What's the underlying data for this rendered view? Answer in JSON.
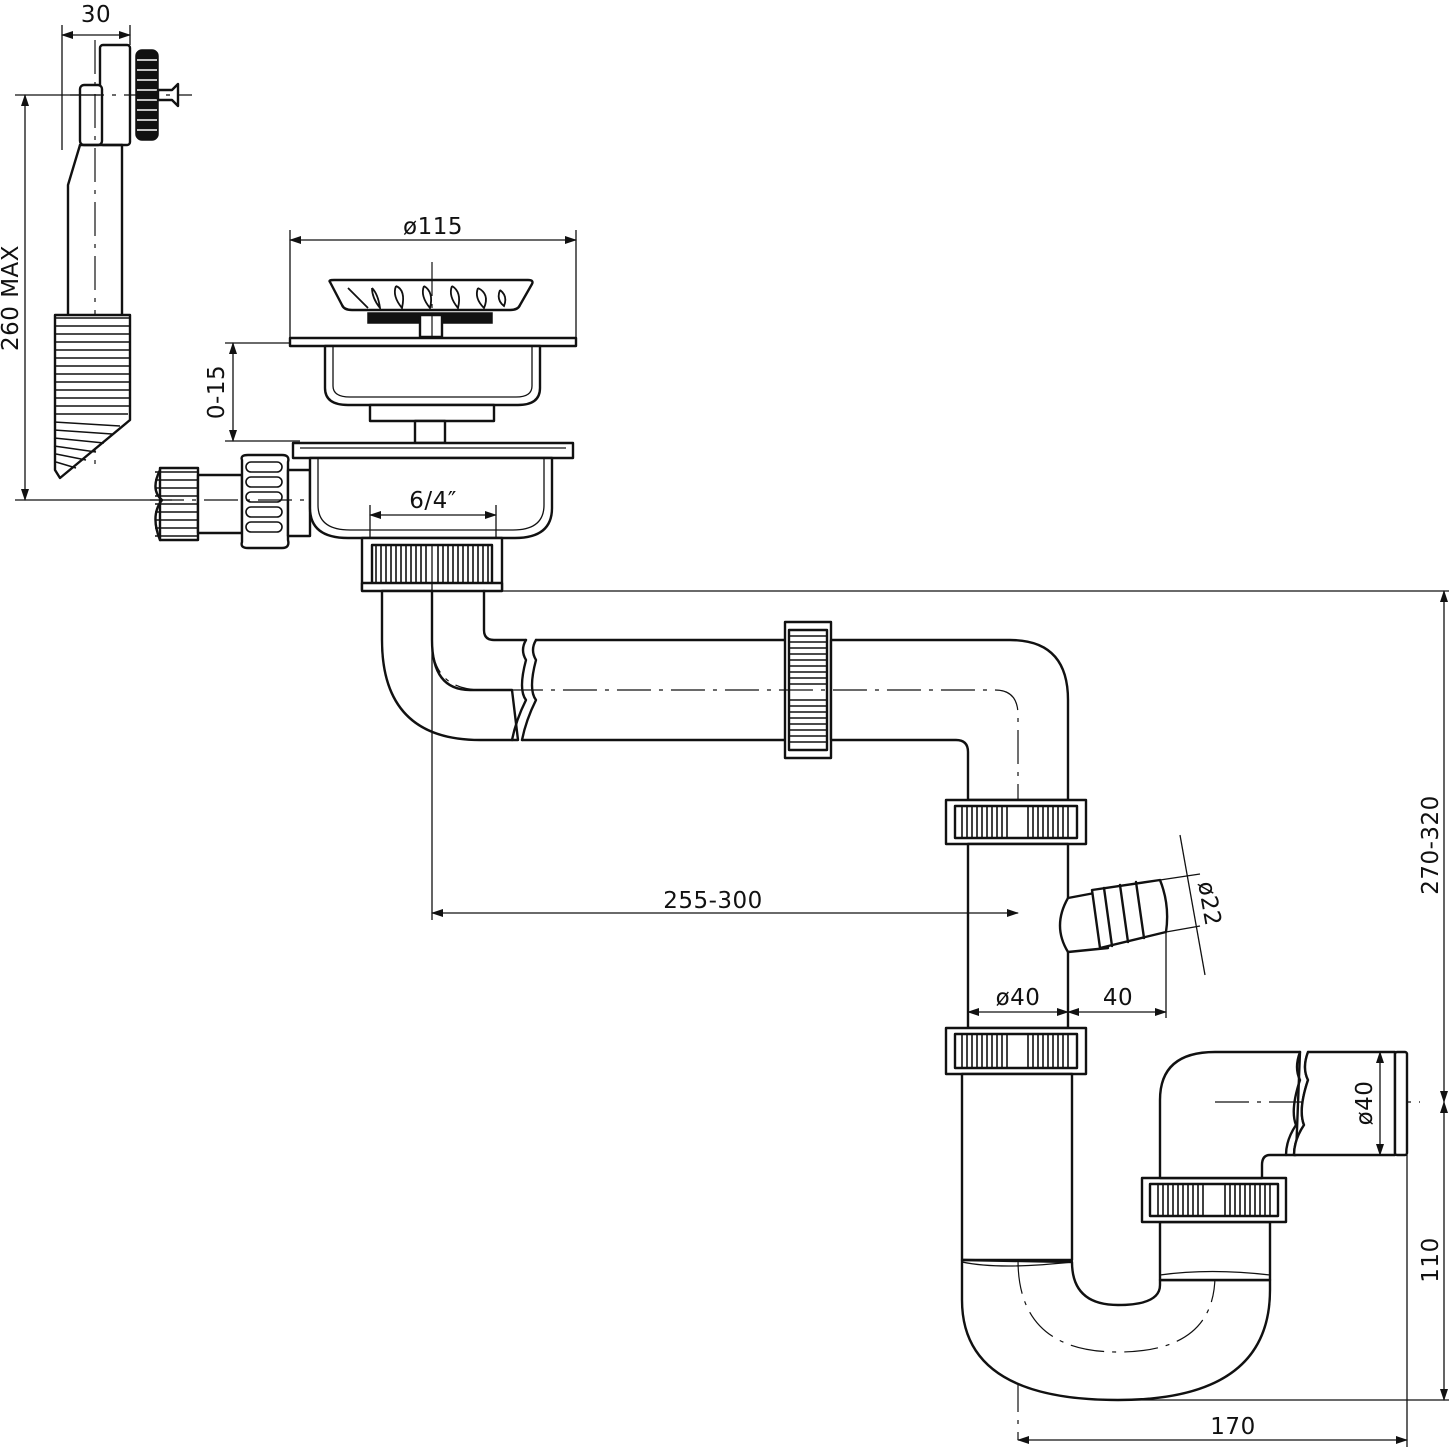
{
  "dimensions": {
    "width_30": "30",
    "height_260": "260 MAX",
    "dia_115": "ø115",
    "travel_0_15": "0-15",
    "thread_6_4": "6/4″",
    "length_255_300": "255-300",
    "height_270_320": "270-320",
    "dia_22": "ø22",
    "dia_40_pipe": "ø40",
    "offset_40": "40",
    "dia_40_outlet": "ø40",
    "height_110": "110",
    "width_170": "170"
  }
}
